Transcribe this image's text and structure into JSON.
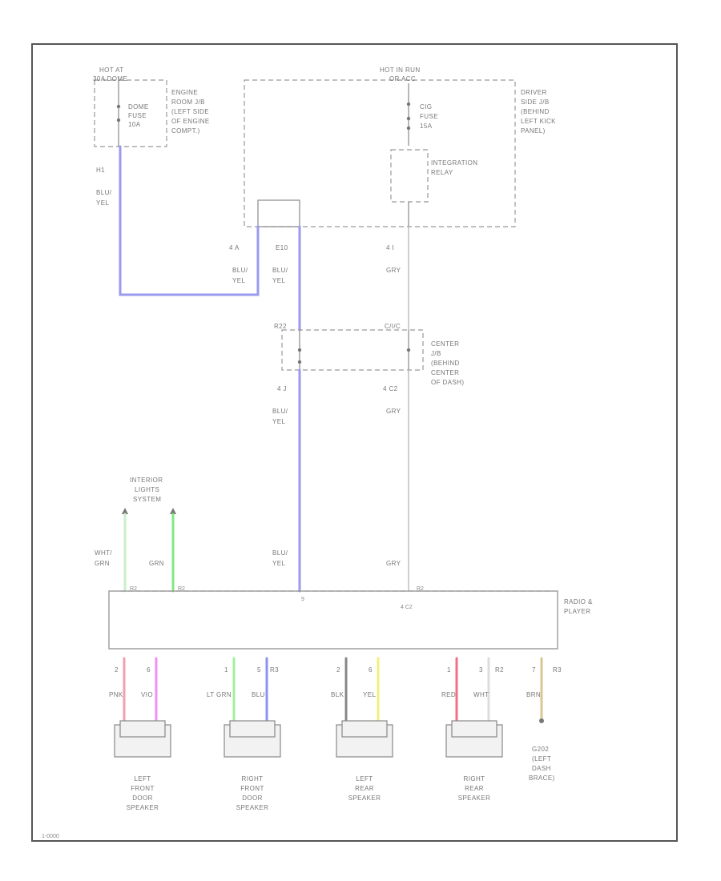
{
  "fuse_engine": {
    "hot": "HOT AT",
    "amps": "30A DOME",
    "fuse_name": "DOME",
    "fuse_label": "FUSE",
    "fuse_rating": "10A",
    "jb_lines": [
      "ENGINE",
      "ROOM J/B",
      "(LEFT SIDE",
      "OF ENGINE",
      "COMPT.)"
    ]
  },
  "fuse_driver": {
    "hot": "HOT IN RUN",
    "amps": "OR ACC",
    "fuse_name": "CIG",
    "fuse_label": "FUSE",
    "fuse_rating": "15A",
    "jb_lines": [
      "DRIVER",
      "SIDE J/B",
      "(BEHIND",
      "LEFT KICK",
      "PANEL)"
    ]
  },
  "relay": {
    "lines": [
      "INTEGRATION",
      "RELAY"
    ]
  },
  "center_jb": {
    "lines": [
      "CENTER",
      "J/B",
      "(BEHIND",
      "CENTER",
      "OF DASH)"
    ],
    "conn_left": "R22",
    "conn_right": "C/I/C"
  },
  "interior": {
    "lines": [
      "INTERIOR",
      "LIGHTS",
      "SYSTEM"
    ]
  },
  "radio": {
    "lines": [
      "RADIO &",
      "PLAYER"
    ],
    "pin_left1": "R2",
    "pin_left2": "R2",
    "pin_right": "R2"
  },
  "labels": {
    "w_left_pin": "H1",
    "w_left_color": [
      "BLU/",
      "YEL"
    ],
    "w_4a_pin": "4 A",
    "w_4a_color": [
      "BLU/",
      "YEL"
    ],
    "w_e10_pin": "E10",
    "w_e10_color": [
      "BLU/",
      "YEL"
    ],
    "w_gry_pin": "4 I",
    "w_gry_color": "GRY",
    "w_4j_pin": "4 J",
    "w_4j_color": [
      "BLU/",
      "YEL"
    ],
    "w_4c_pin": "4 C2",
    "w_4c_color": "GRY",
    "w_blu_low": [
      "BLU/",
      "YEL"
    ],
    "w_gry_low": "GRY",
    "w_wht_grn": [
      "WHT/",
      "GRN"
    ],
    "w_grn": "GRN",
    "radio_pin_blu": "9",
    "radio_pin_gry": "4 C2"
  },
  "speaker_wires": [
    {
      "pin": "2",
      "color": "PNK",
      "hex": "#f0a0b0"
    },
    {
      "pin": "6",
      "color": "VIO",
      "hex": "#f090f0"
    },
    {
      "pin": "1",
      "color": "LT GRN",
      "hex": "#a0f0a0"
    },
    {
      "pin": "5",
      "color": "BLU",
      "hex": "#9090f0"
    },
    {
      "pin": "2",
      "color": "BLK",
      "hex": "#888888"
    },
    {
      "pin": "6",
      "color": "YEL",
      "hex": "#f0f080"
    },
    {
      "pin": "1",
      "color": "RED",
      "hex": "#f07080"
    },
    {
      "pin": "3",
      "color": "WHT",
      "hex": "#dddddd"
    },
    {
      "pin": "7",
      "color": "BRN",
      "hex": "#d8c890"
    }
  ],
  "conn_labels": {
    "r3_a": "R3",
    "r3_b": "R2",
    "r3_c": "R3"
  },
  "speakers": [
    {
      "lines": [
        "LEFT",
        "FRONT",
        "DOOR",
        "SPEAKER"
      ]
    },
    {
      "lines": [
        "RIGHT",
        "FRONT",
        "DOOR",
        "SPEAKER"
      ]
    },
    {
      "lines": [
        "LEFT",
        "REAR",
        "SPEAKER"
      ]
    },
    {
      "lines": [
        "RIGHT",
        "REAR",
        "SPEAKER"
      ]
    }
  ],
  "ground": {
    "lines": [
      "G202",
      "(LEFT",
      "DASH",
      "BRACE)"
    ]
  },
  "footer": "1-0000"
}
